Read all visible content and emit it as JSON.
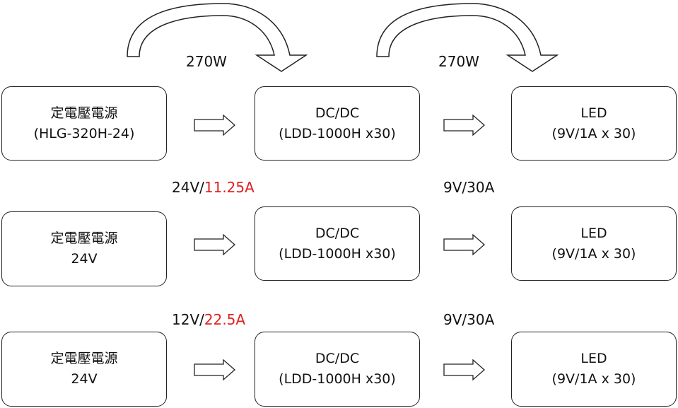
{
  "top_labels": {
    "left": "270W",
    "right": "270W"
  },
  "rows": [
    {
      "source": {
        "line1": "定電壓電源",
        "line2": "(HLG-320H-24)"
      },
      "converter": {
        "line1": "DC/DC",
        "line2": "(LDD-1000H x30)"
      },
      "led": {
        "line1": "LED",
        "line2": "(9V/1A x 30)"
      }
    },
    {
      "input": {
        "voltage": "24V/",
        "current": "11.25A"
      },
      "output": "9V/30A",
      "source": {
        "line1": "定電壓電源",
        "line2": "24V"
      },
      "converter": {
        "line1": "DC/DC",
        "line2": "(LDD-1000H x30)"
      },
      "led": {
        "line1": "LED",
        "line2": "(9V/1A x 30)"
      }
    },
    {
      "input": {
        "voltage": "12V/",
        "current": "22.5A"
      },
      "output": "9V/30A",
      "source": {
        "line1": "定電壓電源",
        "line2": "24V"
      },
      "converter": {
        "line1": "DC/DC",
        "line2": "(LDD-1000H x30)"
      },
      "led": {
        "line1": "LED",
        "line2": "(9V/1A x 30)"
      }
    }
  ],
  "colors": {
    "highlight": "#e02020",
    "stroke": "#222222"
  },
  "icons": [
    "curved-arrow-icon",
    "right-arrow-icon"
  ]
}
